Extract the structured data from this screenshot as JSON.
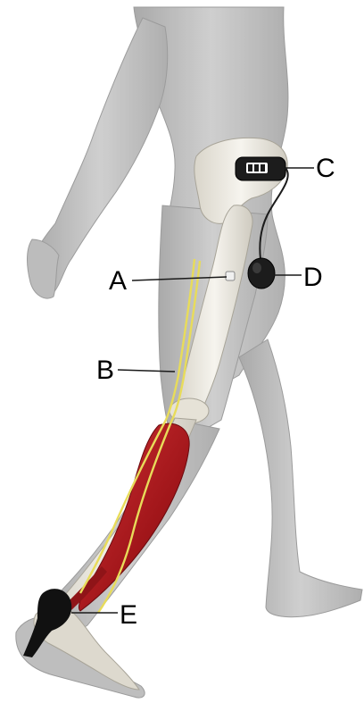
{
  "figure": {
    "background": "#ffffff",
    "body_color": "#b8b8b8",
    "bone_color": "#ece9df",
    "muscle_color": "#a8181c",
    "nerve_color": "#e8dc5a",
    "device_color": "#1c1c1c",
    "labels": {
      "a": "A",
      "b": "B",
      "c": "C",
      "d": "D",
      "e": "E"
    }
  }
}
